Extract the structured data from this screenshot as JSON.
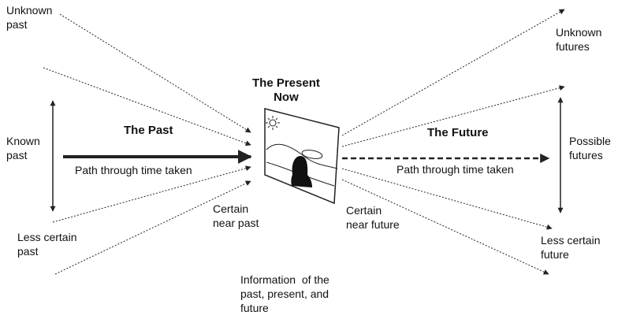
{
  "labels": {
    "unknown_past": "Unknown\npast",
    "known_past": "Known\npast",
    "less_certain_past": "Less certain\npast",
    "the_past": "The Past",
    "path_past": "Path through time taken",
    "certain_near_past": "Certain\nnear past",
    "the_present": "The Present\nNow",
    "certain_near_future": "Certain\nnear future",
    "the_future": "The Future",
    "path_future": "Path through time taken",
    "unknown_futures": "Unknown\nfutures",
    "possible_futures": "Possible\nfutures",
    "less_certain_future": "Less certain\nfuture",
    "information": "Information  of the\npast, present, and\nfuture"
  },
  "colors": {
    "line": "#222222",
    "text": "#111111"
  }
}
